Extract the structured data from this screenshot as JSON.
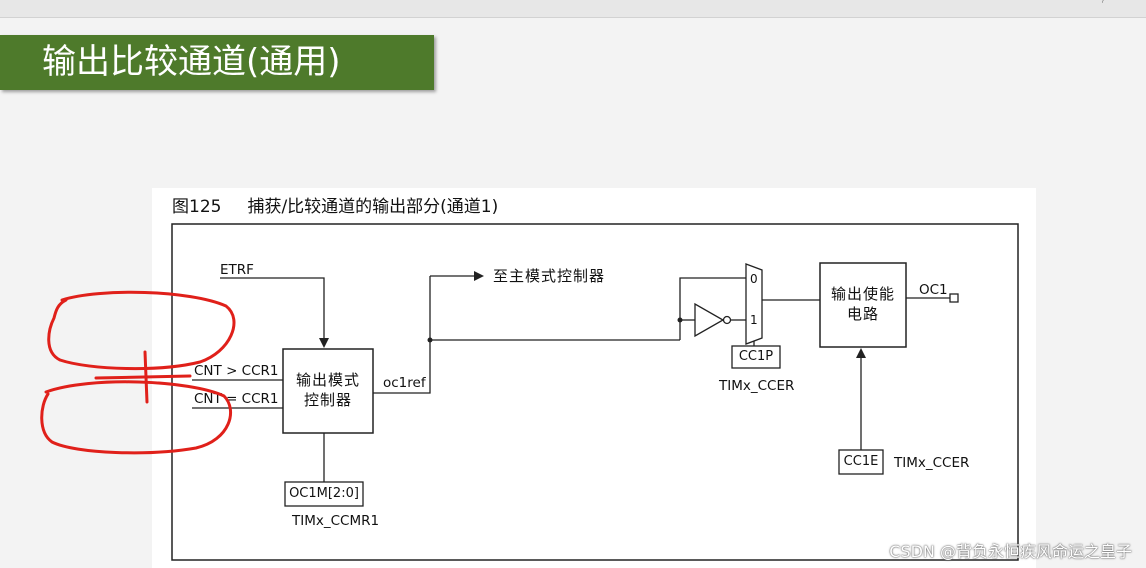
{
  "slide": {
    "title": "输出比较通道(通用)"
  },
  "figure": {
    "caption_number": "图125",
    "caption_text": "捕获/比较通道的输出部分(通道1)",
    "labels": {
      "etrf": "ETRF",
      "to_master": "至主模式控制器",
      "cnt_gt": "CNT > CCR1",
      "cnt_eq": "CNT = CCR1",
      "oc1ref": "oc1ref",
      "timx_ccmr1": "TIMx_CCMR1",
      "timx_ccer_1": "TIMx_CCER",
      "timx_ccer_2": "TIMx_CCER",
      "oc1": "OC1",
      "mux_0": "0",
      "mux_1": "1"
    },
    "blocks": {
      "mode_controller_line1": "输出模式",
      "mode_controller_line2": "控制器",
      "output_enable_line1": "输出使能",
      "output_enable_line2": "电路",
      "oc1m": "OC1M[2:0]",
      "cc1p": "CC1P",
      "cc1e": "CC1E"
    },
    "annotation_color": "#e0201a"
  },
  "watermark": "CSDN @背负永恒疾风命运之皇子"
}
